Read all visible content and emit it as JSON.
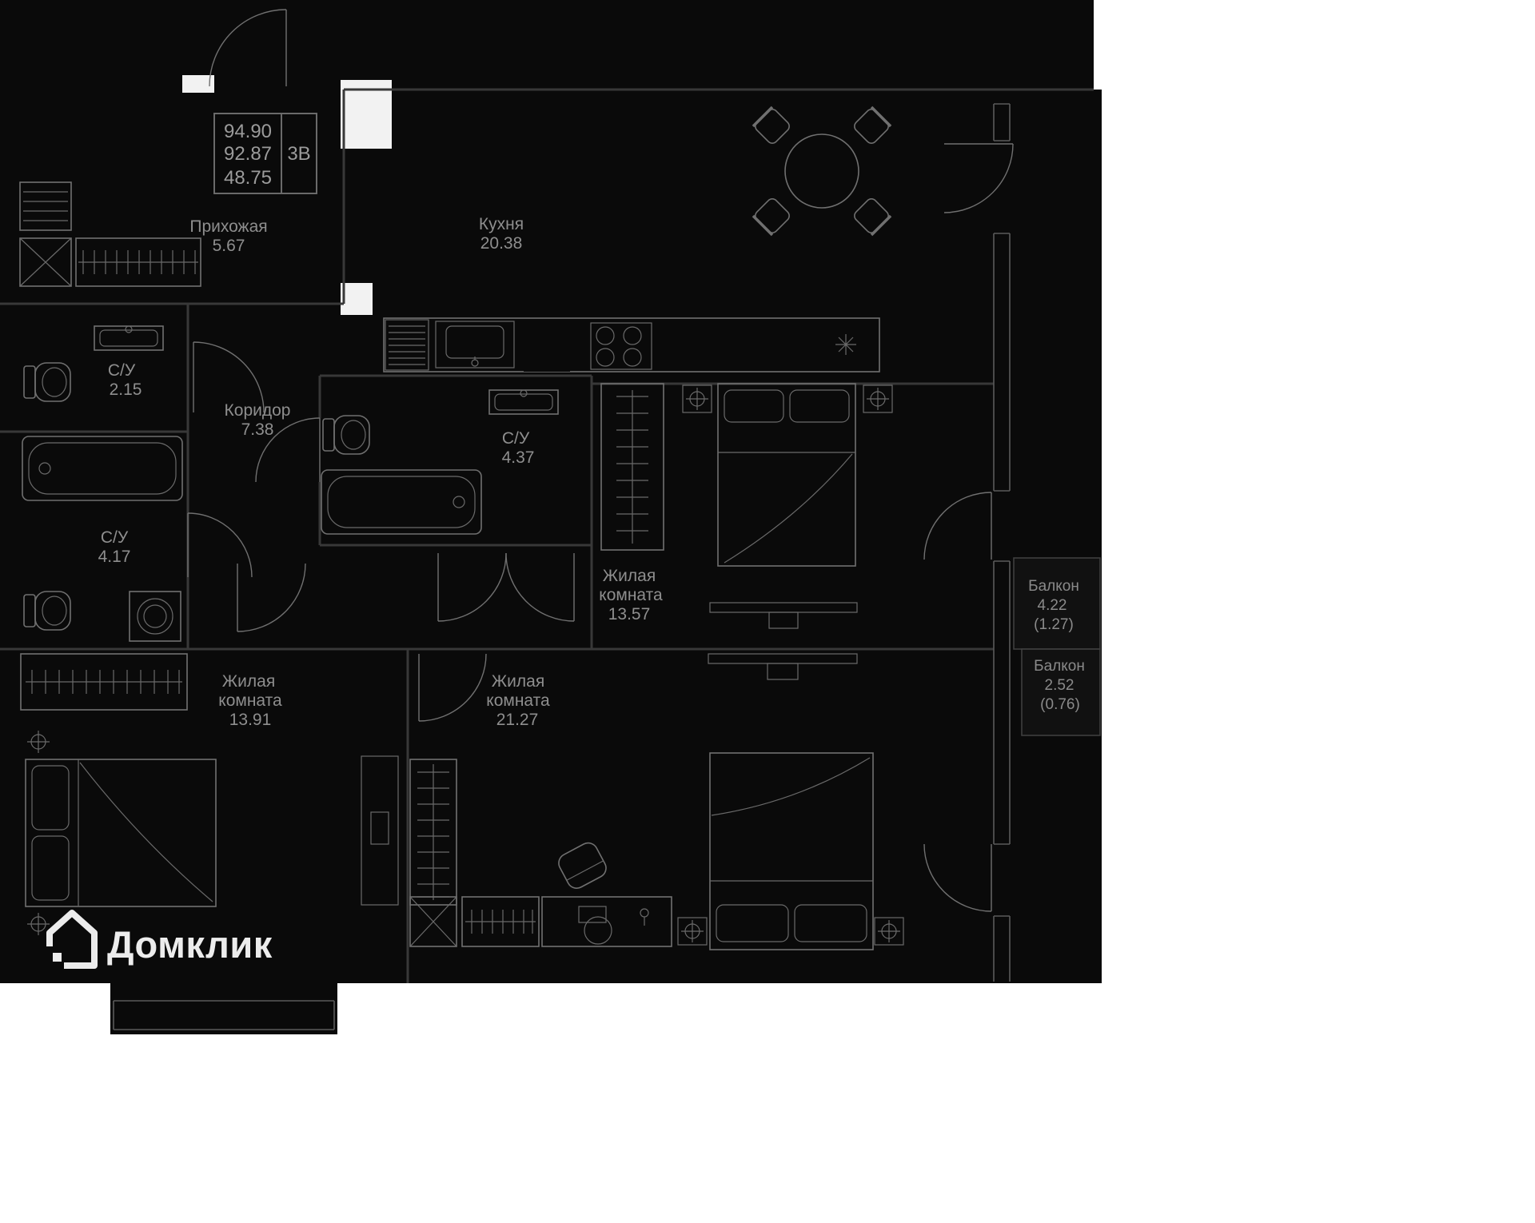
{
  "title_block": {
    "values": [
      "94.90",
      "92.87",
      "48.75"
    ],
    "type_label": "3В"
  },
  "rooms": [
    {
      "lines": [
        "Прихожая",
        "5.67"
      ]
    },
    {
      "lines": [
        "Кухня",
        "20.38"
      ]
    },
    {
      "lines": [
        "С/У",
        "2.15"
      ]
    },
    {
      "lines": [
        "Коридор",
        "7.38"
      ]
    },
    {
      "lines": [
        "С/У",
        "4.37"
      ]
    },
    {
      "lines": [
        "С/У",
        "4.17"
      ]
    },
    {
      "lines": [
        "Жилая",
        "комната",
        "13.57"
      ]
    },
    {
      "lines": [
        "Жилая",
        "комната",
        "13.91"
      ]
    },
    {
      "lines": [
        "Жилая",
        "комната",
        "21.27"
      ]
    },
    {
      "lines": [
        "Балкон",
        "4.22",
        "(1.27)"
      ]
    },
    {
      "lines": [
        "Балкон",
        "2.52",
        "(0.76)"
      ]
    }
  ],
  "logo": {
    "text": "Домклик"
  },
  "colors": {
    "plan_background": "#0a0a0a",
    "line": "#707070",
    "wall": "#383838",
    "label_text": "#8e8e8e",
    "logo": "#ececec",
    "page_background": "#ffffff"
  }
}
